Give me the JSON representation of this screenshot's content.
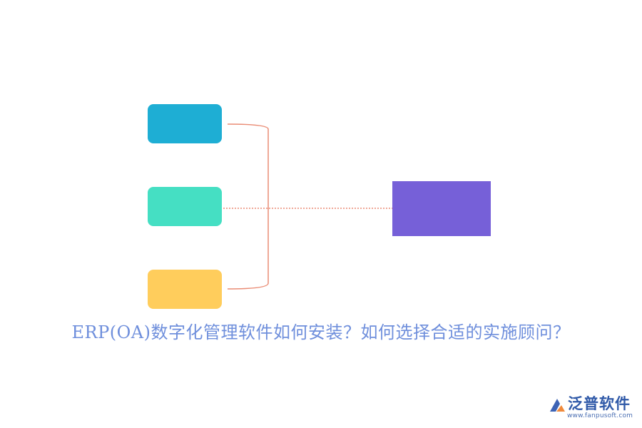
{
  "diagram": {
    "nodes": [
      {
        "id": "node-1",
        "color": "#1eaed4"
      },
      {
        "id": "node-2",
        "color": "#45dfc3"
      },
      {
        "id": "node-3",
        "color": "#ffcd5c"
      },
      {
        "id": "node-target",
        "color": "#7660d8"
      }
    ],
    "connector_colors": {
      "bracket": "#ea8c75",
      "dotted": "#ea8c75"
    },
    "caption": {
      "text": "ERP(OA)数字化管理软件如何安装？如何选择合适的实施顾问？",
      "color": "#6f8fdc"
    }
  },
  "logo": {
    "name": "泛普软件",
    "url": "www.fanpusoft.com",
    "name_color": "#2f59a8",
    "url_color": "#4b6fb3",
    "mark_colors": [
      "#3d63b5",
      "#f08a3c"
    ]
  }
}
